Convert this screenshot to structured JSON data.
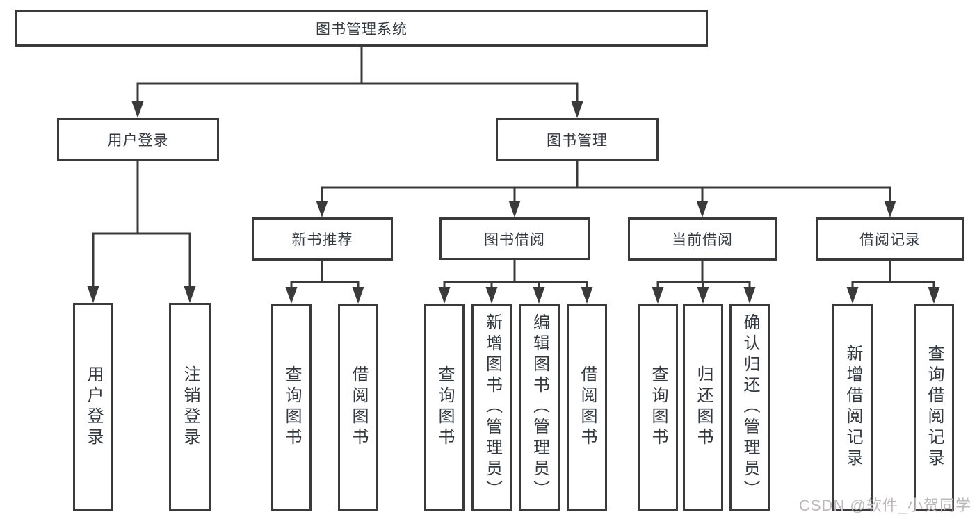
{
  "diagram_title": "图书管理系统",
  "nodes": {
    "root": "图书管理系统",
    "user_login": "用户登录",
    "book_mgmt": "图书管理",
    "new_book_rec": "新书推荐",
    "book_borrow": "图书借阅",
    "current_borrow": "当前借阅",
    "borrow_records": "借阅记录",
    "ul_user_login": "用户登录",
    "ul_logout": "注销登录",
    "nb_query": "查询图书",
    "nb_borrow": "借阅图书",
    "bb_query": "查询图书",
    "bb_add": "新增图书（管理员）",
    "bb_edit": "编辑图书（管理员）",
    "bb_borrow": "借阅图书",
    "cb_query": "查询图书",
    "cb_return": "归还图书",
    "cb_confirm": "确认归还（管理员）",
    "br_add": "新增借阅记录",
    "br_query": "查询借阅记录"
  },
  "watermark": "CSDN @软件_小贺同学",
  "colors": {
    "line": "#3a3a3a",
    "text": "#333940",
    "watermark": "#bcb8bc",
    "background": "#ffffff"
  }
}
